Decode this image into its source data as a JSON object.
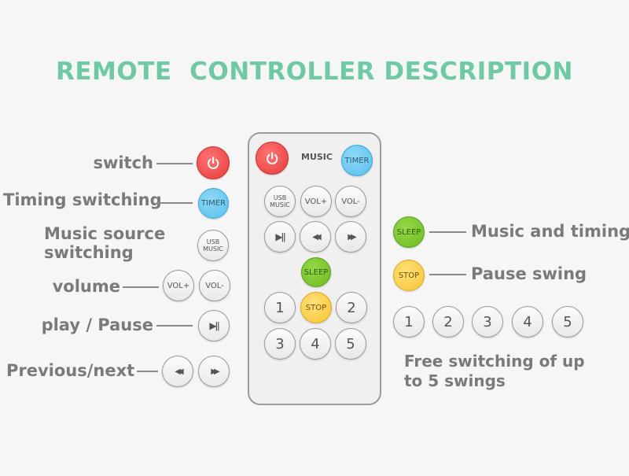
{
  "title": "REMOTE  CONTROLLER DESCRIPTION",
  "left_labels": {
    "switch": "switch",
    "timing": "Timing switching",
    "music_source_1": "Music source",
    "music_source_2": "switching",
    "volume": "volume",
    "play_pause": "play / Pause",
    "prev_next": "Previous/next"
  },
  "right_labels": {
    "music_timing": "Music and timing",
    "pause_swing": "Pause swing",
    "free_switching_1": "Free switching of up",
    "free_switching_2": "to 5 swings"
  },
  "buttons": {
    "timer": "TIMER",
    "usb_line1": "USB",
    "usb_line2": "MUSIC",
    "vol_up": "VOL+",
    "vol_down": "VOL-",
    "sleep": "SLEEP",
    "stop": "STOP",
    "play_pause_glyph": "▶ǁ",
    "prev_glyph": "◀◀",
    "next_glyph": "▶▶"
  },
  "remote": {
    "music_label": "MUSIC",
    "numbers": [
      "1",
      "2",
      "3",
      "4",
      "5"
    ]
  },
  "swings": [
    "1",
    "2",
    "3",
    "4",
    "5"
  ],
  "colors": {
    "title": "#6fcaa3",
    "power": "#e63b3b",
    "timer": "#58c0ec",
    "sleep": "#6cbb1e",
    "stop": "#f7c531"
  }
}
